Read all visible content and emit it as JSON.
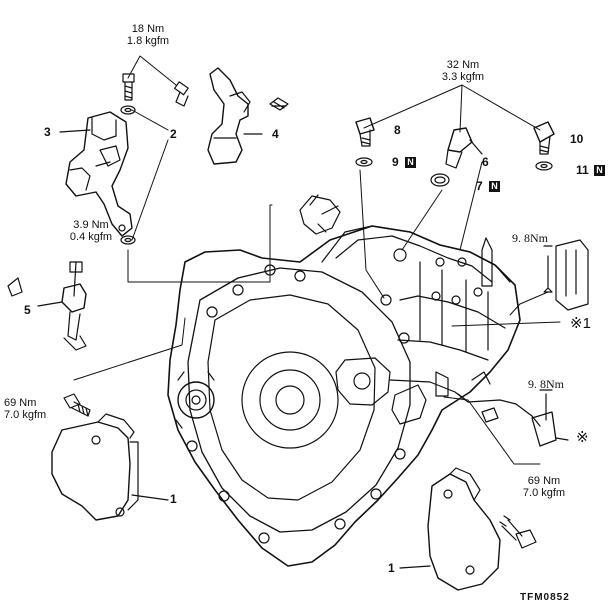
{
  "torques": {
    "t18": {
      "nm": "18 Nm",
      "kgfm": "1.8 kgfm"
    },
    "t32": {
      "nm": "32 Nm",
      "kgfm": "3.3 kgfm"
    },
    "t39": {
      "nm": "3.9 Nm",
      "kgfm": "0.4 kgfm"
    },
    "t69a": {
      "nm": "69 Nm",
      "kgfm": "7.0 kgfm"
    },
    "t69b": {
      "nm": "69 Nm",
      "kgfm": "7.0 kgfm"
    },
    "t98a": "9. 8Nm",
    "t98b": "9. 8Nm"
  },
  "callouts": {
    "n1a": "1",
    "n1b": "1",
    "n2": "2",
    "n3": "3",
    "n4": "4",
    "n5": "5",
    "n6": "6",
    "n7": "7",
    "n8": "8",
    "n9": "9",
    "n10": "10",
    "n11": "11"
  },
  "replace_mark": "N",
  "note_marks": {
    "m1": "※1",
    "m2": "※"
  },
  "figure_code": "TFM0852",
  "colors": {
    "line": "#111111",
    "background": "#ffffff"
  }
}
